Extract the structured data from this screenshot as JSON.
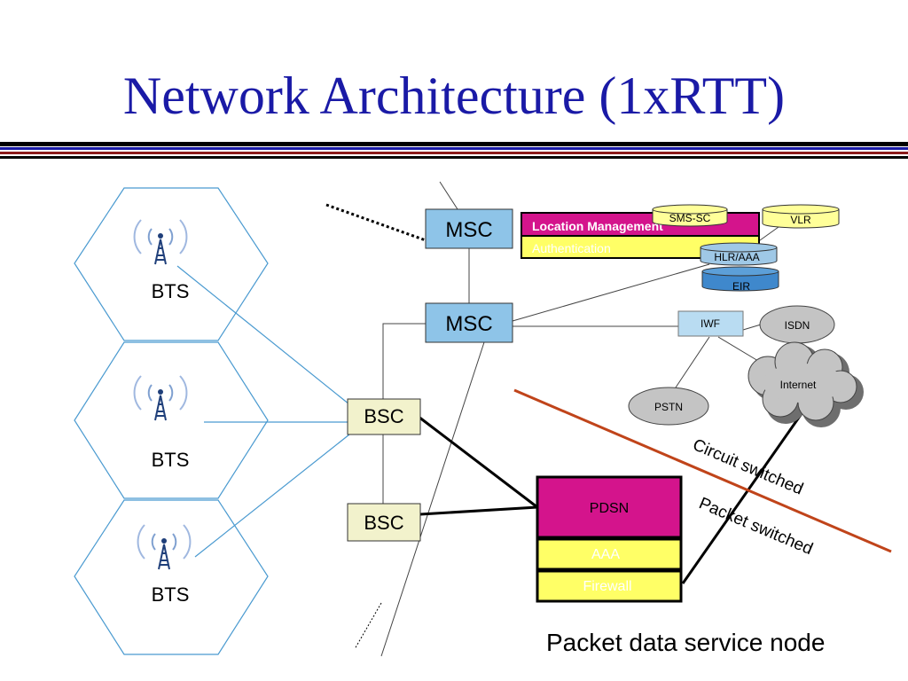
{
  "title": "Network Architecture (1xRTT)",
  "bts": [
    "BTS",
    "BTS",
    "BTS"
  ],
  "bsc": [
    "BSC",
    "BSC"
  ],
  "msc": [
    "MSC",
    "MSC"
  ],
  "location_management": "Location Management",
  "authentication": "Authentication",
  "sms_sc": "SMS-SC",
  "vlr": "VLR",
  "hlr_aaa": "HLR/AAA",
  "eir": "EIR",
  "iwf": "IWF",
  "isdn": "ISDN",
  "internet": "Internet",
  "pstn": "PSTN",
  "pdsn": "PDSN",
  "aaa": "AAA",
  "firewall": "Firewall",
  "circuit_switched": "Circuit  switched",
  "packet_switched": "Packet switched",
  "caption": "Packet data service node",
  "colors": {
    "title": "#1a1aa6",
    "msc_fill": "#8ec4e8",
    "bsc_fill": "#f2f2cc",
    "pdsn_fill": "#d4148c",
    "aaa_fill": "#ffff66",
    "divider": "#c0441a",
    "cell_line": "#4a9ad0"
  }
}
